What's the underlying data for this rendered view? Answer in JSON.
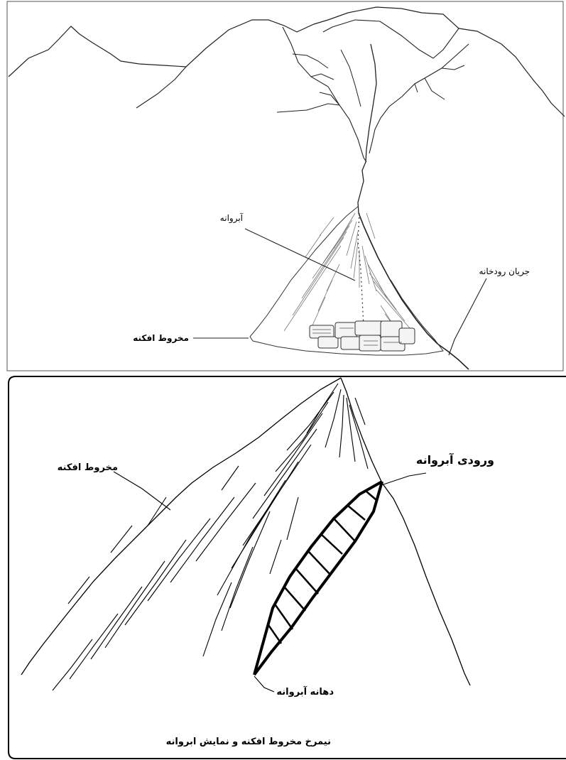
{
  "top_panel": {
    "label_channel": "آبروانه",
    "label_river": "جریان رودخانه",
    "label_fan": "مخروط افکنه"
  },
  "bottom_panel": {
    "label_fan": "مخروط افکنه",
    "label_inlet": "ورودی آبروانه",
    "label_mouth": "دهانه آبروانه",
    "caption": "نیمرخ مخروط افکنه و نمایش ابروانه"
  }
}
